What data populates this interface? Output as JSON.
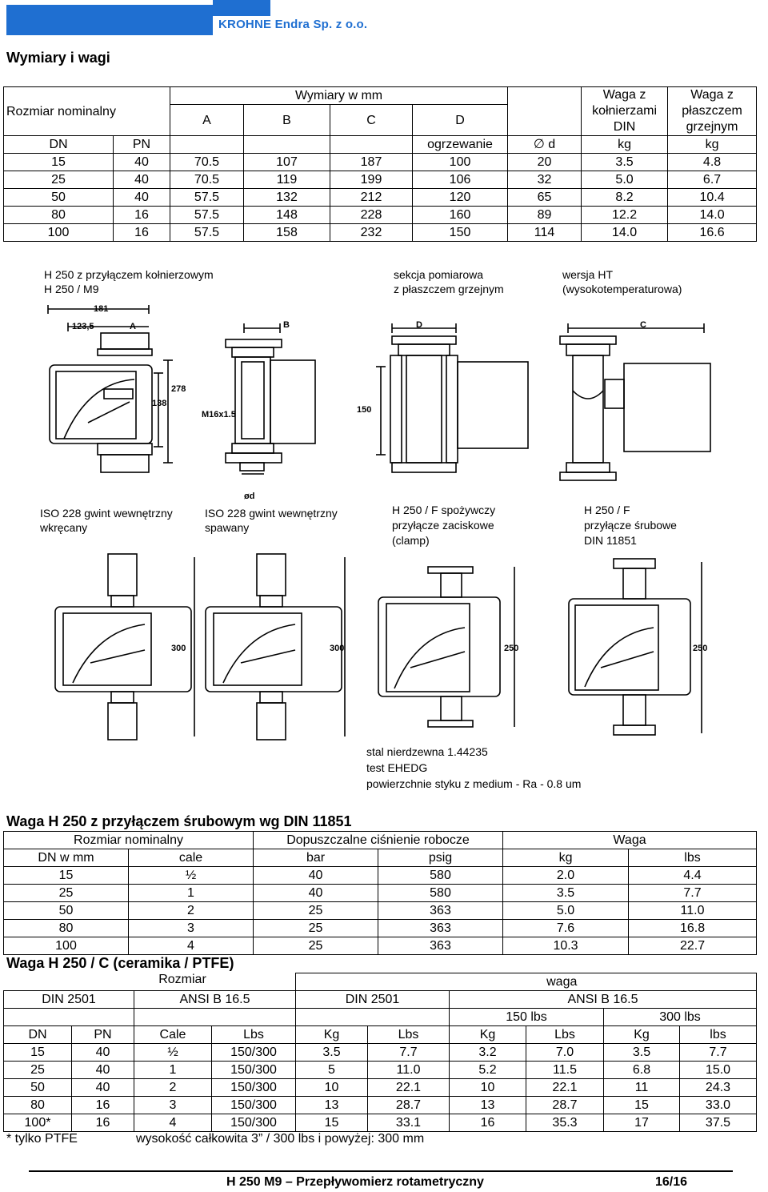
{
  "header": {
    "company": "KROHNE Endra Sp. z o.o."
  },
  "section_title": "Wymiary i wagi",
  "table1": {
    "h_rozmiar": "Rozmiar nominalny",
    "h_wymiary": "Wymiary w mm",
    "h_waga_kol": "Waga z kołnierzami DIN",
    "h_waga_pl": "Waga z płaszczem grzejnym",
    "cols": [
      "A",
      "B",
      "C",
      "D"
    ],
    "sub": [
      "DN",
      "PN",
      "",
      "",
      "",
      "ogrzewanie",
      "∅ d",
      "kg",
      "kg"
    ],
    "rows": [
      [
        "15",
        "40",
        "70.5",
        "107",
        "187",
        "100",
        "20",
        "3.5",
        "4.8"
      ],
      [
        "25",
        "40",
        "70.5",
        "119",
        "199",
        "106",
        "32",
        "5.0",
        "6.7"
      ],
      [
        "50",
        "40",
        "57.5",
        "132",
        "212",
        "120",
        "65",
        "8.2",
        "10.4"
      ],
      [
        "80",
        "16",
        "57.5",
        "148",
        "228",
        "160",
        "89",
        "12.2",
        "14.0"
      ],
      [
        "100",
        "16",
        "57.5",
        "158",
        "232",
        "150",
        "114",
        "14.0",
        "16.6"
      ]
    ]
  },
  "drawings1": {
    "cap_flange_1": "H 250 z przyłączem kołnierzowym",
    "cap_flange_2": "H 250 / M9",
    "cap_section_1": "sekcja pomiarowa",
    "cap_section_2": "z płaszczem grzejnym",
    "cap_ht_1": "wersja HT",
    "cap_ht_2": "(wysokotemperaturowa)",
    "dim_181": "181",
    "dim_1235": "123,5",
    "dim_A": "A",
    "dim_138": "138",
    "dim_278": "278",
    "dim_B": "B",
    "dim_m16": "M16x1.5",
    "dim_od": "ød",
    "dim_D": "D",
    "dim_150": "150",
    "dim_C": "C"
  },
  "drawings2": {
    "cap_iso_w1": "ISO 228 gwint wewnętrzny",
    "cap_iso_w2": "wkręcany",
    "cap_iso_s1": "ISO 228 gwint wewnętrzny",
    "cap_iso_s2": "spawany",
    "cap_f1": "H 250 / F spożywczy",
    "cap_f2": "przyłącze zaciskowe",
    "cap_f3": "(clamp)",
    "cap_fs1": "H 250 / F",
    "cap_fs2": "przyłącze śrubowe",
    "cap_fs3": "DIN 11851",
    "dim_300a": "300",
    "dim_300b": "300",
    "dim_250a": "250",
    "dim_250b": "250",
    "note1": "stal nierdzewna 1.44235",
    "note2": "test EHEDG",
    "note3": "powierzchnie styku z medium - Ra - 0.8 um"
  },
  "table2": {
    "title": "Waga H 250 z przyłączem śrubowym wg DIN 11851",
    "h1": [
      "Rozmiar nominalny",
      "Dopuszczalne ciśnienie robocze",
      "Waga"
    ],
    "h2": [
      "DN w mm",
      "cale",
      "bar",
      "psig",
      "kg",
      "lbs"
    ],
    "rows": [
      [
        "15",
        "½",
        "40",
        "580",
        "2.0",
        "4.4"
      ],
      [
        "25",
        "1",
        "40",
        "580",
        "3.5",
        "7.7"
      ],
      [
        "50",
        "2",
        "25",
        "363",
        "5.0",
        "11.0"
      ],
      [
        "80",
        "3",
        "25",
        "363",
        "7.6",
        "16.8"
      ],
      [
        "100",
        "4",
        "25",
        "363",
        "10.3",
        "22.7"
      ]
    ]
  },
  "table3": {
    "title": "Waga H 250 / C (ceramika / PTFE)",
    "h_rozmiar": "Rozmiar",
    "h_waga": "waga",
    "h_din1": "DIN 2501",
    "h_ansi1": "ANSI B 16.5",
    "h_din2": "DIN 2501",
    "h_ansi2": "ANSI B 16.5",
    "h_150": "150 lbs",
    "h_300": "300 lbs",
    "h3": [
      "DN",
      "PN",
      "Cale",
      "Lbs",
      "Kg",
      "Lbs",
      "Kg",
      "Lbs",
      "Kg",
      "lbs"
    ],
    "rows": [
      [
        "15",
        "40",
        "½",
        "150/300",
        "3.5",
        "7.7",
        "3.2",
        "7.0",
        "3.5",
        "7.7"
      ],
      [
        "25",
        "40",
        "1",
        "150/300",
        "5",
        "11.0",
        "5.2",
        "11.5",
        "6.8",
        "15.0"
      ],
      [
        "50",
        "40",
        "2",
        "150/300",
        "10",
        "22.1",
        "10",
        "22.1",
        "11",
        "24.3"
      ],
      [
        "80",
        "16",
        "3",
        "150/300",
        "13",
        "28.7",
        "13",
        "28.7",
        "15",
        "33.0"
      ],
      [
        "100*",
        "16",
        "4",
        "150/300",
        "15",
        "33.1",
        "16",
        "35.3",
        "17",
        "37.5"
      ]
    ],
    "foot_star": "* tylko PTFE",
    "foot_note": "wysokość całkowita 3” / 300 lbs i powyżej: 300 mm"
  },
  "footer": {
    "title": "H 250 M9 – Przepływomierz rotametryczny",
    "page": "16/16"
  }
}
